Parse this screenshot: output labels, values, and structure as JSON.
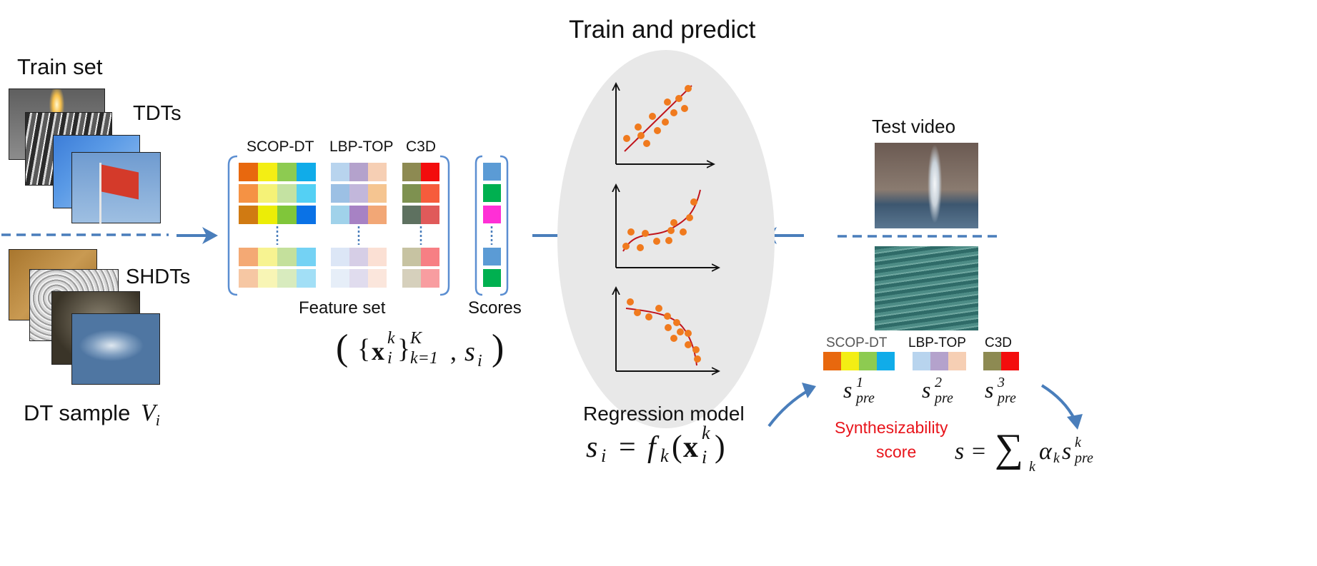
{
  "left": {
    "train_set": "Train set",
    "tdts": "TDTs",
    "shdts": "SHDTs",
    "dt_sample": "DT sample",
    "dt_sample_var": "V",
    "dt_sample_sub": "i"
  },
  "features": {
    "scop": "SCOP-DT",
    "lbp": "LBP-TOP",
    "c3d": "C3D",
    "feature_set": "Feature set",
    "scores": "Scores",
    "tuple_x": "x",
    "tuple_k": "k",
    "tuple_i": "i",
    "tuple_K": "K",
    "tuple_range": "k=1",
    "tuple_s": "s",
    "tuple_si": "i"
  },
  "model": {
    "title": "Train and predict",
    "label": "Regression model",
    "eq_s": "s",
    "eq_i": "i",
    "eq_f": "f",
    "eq_fk": "k",
    "eq_x": "x",
    "eq_xk": "k",
    "eq_xi": "i"
  },
  "right": {
    "test_video": "Test video",
    "scop": "SCOP-DT",
    "lbp": "LBP-TOP",
    "c3d": "C3D",
    "s_var": "s",
    "s_sub": "pre",
    "s1": "1",
    "s2": "2",
    "s3": "3",
    "synth_line1": "Synthesizability",
    "synth_line2": "score",
    "final_s": "s",
    "final_sum": "∑",
    "final_k": "k",
    "final_alpha": "α",
    "final_alpha_k": "k",
    "final_spre": "s",
    "final_spre_sup": "k",
    "final_spre_sub": "pre"
  },
  "colors": {
    "arrow": "#4a7ebb",
    "accent_red": "#e8141b",
    "ellipse": "#e8e8e8",
    "dots": "#f07a1e",
    "curve": "#c0141c"
  }
}
